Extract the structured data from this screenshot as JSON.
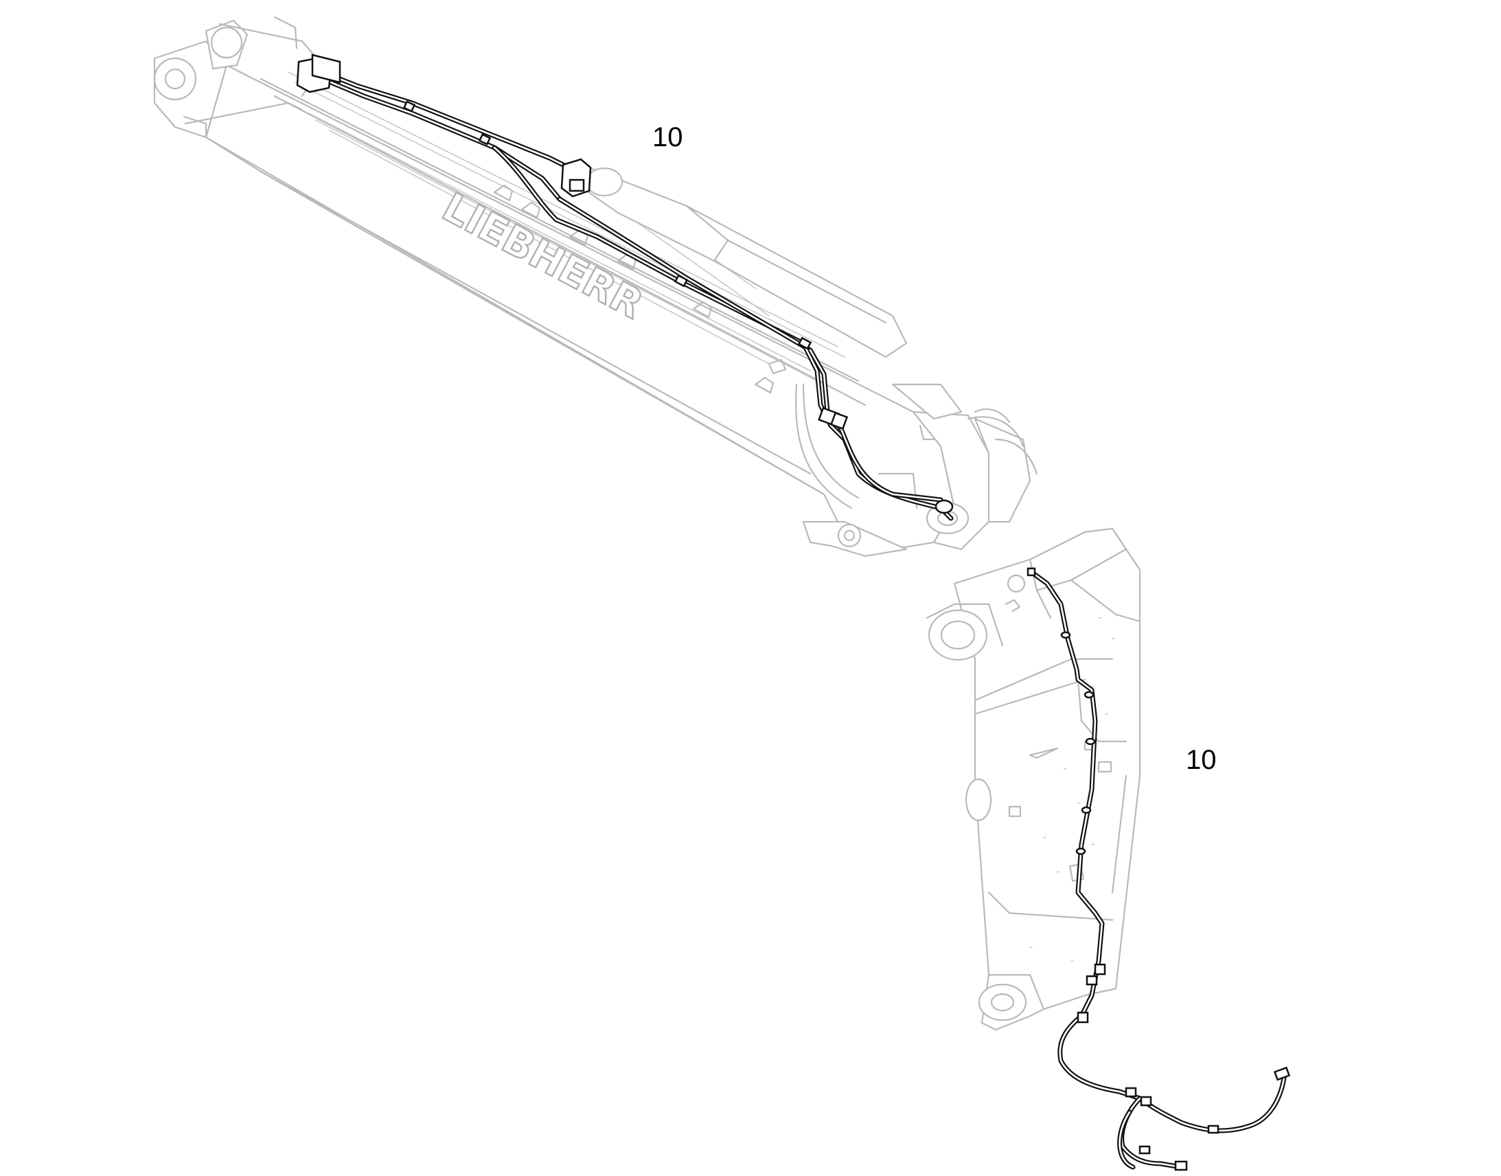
{
  "diagram": {
    "callouts": [
      {
        "label": "10"
      },
      {
        "label": "10"
      }
    ],
    "logo_text": "LIEBHERR",
    "colors": {
      "outline": "#b9b9b9",
      "hose": "#111111",
      "background": "#ffffff"
    }
  }
}
